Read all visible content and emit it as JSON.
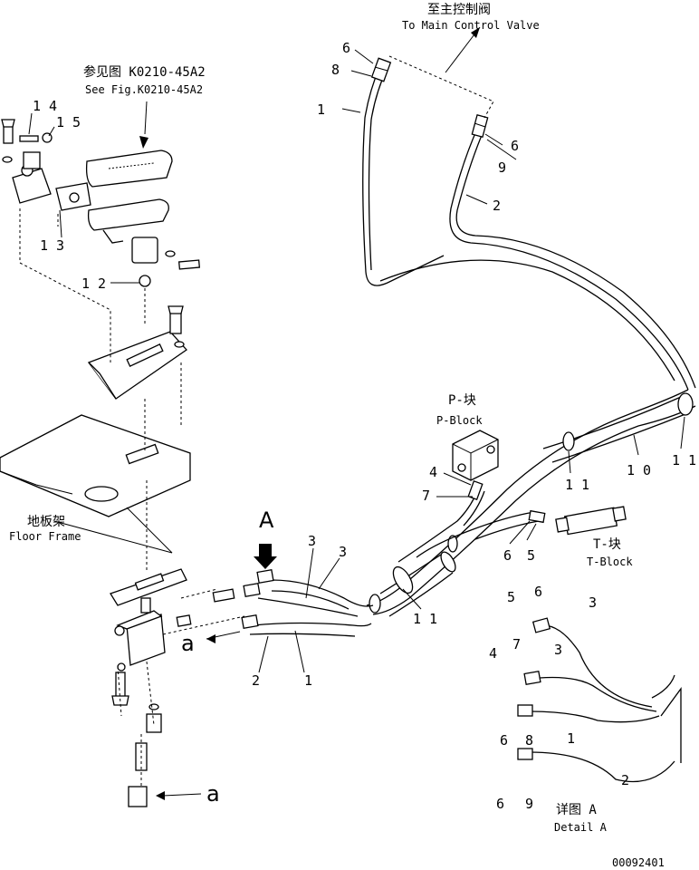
{
  "labels": {
    "to_valve_cn": "至主控制阀",
    "to_valve_en": "To Main Control Valve",
    "see_fig_cn": "参见图 K0210-45A2",
    "see_fig_en": "See Fig.K0210-45A2",
    "p_block_cn": "P-块",
    "p_block_en": "P-Block",
    "t_block_cn": "T-块",
    "t_block_en": "T-Block",
    "floor_cn": "地板架",
    "floor_en": "Floor Frame",
    "detail_cn": "详图 A",
    "detail_en": "Detail A",
    "view_a": "A",
    "ref_a1": "a",
    "ref_a2": "a",
    "doc_no": "00092401"
  },
  "callouts": {
    "c14": "1 4",
    "c15": "1 5",
    "c13": "1 3",
    "c12": "1 2",
    "top6a": "6",
    "top8": "8",
    "top1": "1",
    "top6b": "6",
    "top9": "9",
    "top2": "2",
    "c10": "1 0",
    "c11a": "1 1",
    "c11b": "1 1",
    "c11c": "1 1",
    "p4": "4",
    "p7": "7",
    "t6": "6",
    "t5": "5",
    "m3a": "3",
    "m3b": "3",
    "m2": "2",
    "m1": "1",
    "d5": "5",
    "d6a": "6",
    "d3a": "3",
    "d4": "4",
    "d7": "7",
    "d3b": "3",
    "d6b": "6",
    "d8": "8",
    "d1": "1",
    "d2": "2",
    "d6c": "6",
    "d9": "9"
  }
}
